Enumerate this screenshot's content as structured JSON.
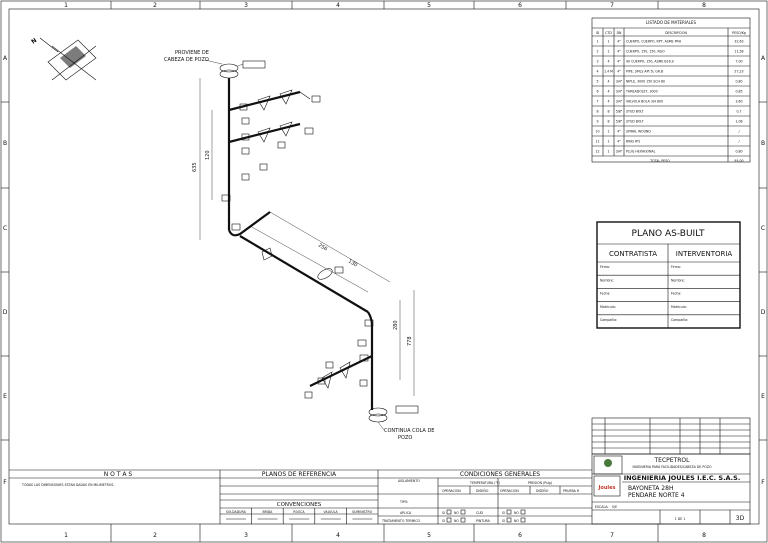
{
  "grid": {
    "cols": [
      "1",
      "2",
      "3",
      "4",
      "5",
      "6",
      "7",
      "8"
    ],
    "rows": [
      "A",
      "B",
      "C",
      "D",
      "E",
      "F"
    ]
  },
  "drawing": {
    "north": "N",
    "top_label_line1": "PROVIENE DE",
    "top_label_line2": "CABEZA DE POZO",
    "bottom_label_line1": "CONTINUA COLA DE",
    "bottom_label_line2": "POZO",
    "dims": {
      "d635": "635",
      "d120": "120",
      "d256": "256",
      "d130": "130",
      "d280": "280",
      "d778": "778"
    },
    "tags": [
      "A",
      "B",
      "C",
      "D",
      "E",
      "F",
      "G",
      "H",
      "I",
      "J",
      "K",
      "L",
      "M"
    ]
  },
  "materials": {
    "title": "LISTADO DE MATERIALES",
    "headers": [
      "ID",
      "CTD",
      "DN",
      "DESCRIPCION",
      "PESO/Kg"
    ],
    "rows": [
      [
        "1",
        "1",
        "4\"",
        "CUERPO, CUERPO, RPT, ASME PRH",
        "32,63"
      ],
      [
        "2",
        "1",
        "4\"",
        "CUERPO, 150, 150, RGO",
        "11,58"
      ],
      [
        "3",
        "4",
        "4\"",
        "90 CUERPO, 150, ASME B16.9",
        "7,00"
      ],
      [
        "4",
        "1.4 M",
        "4\"",
        "PIPE, SMLS API 5L GR.B",
        "27,23"
      ],
      [
        "5",
        "4",
        "3/4\"",
        "NIPLE, 3000 150 SCH 80",
        "0,80"
      ],
      [
        "6",
        "4",
        "3/4\"",
        "THREADOLET, 3000",
        "0,85"
      ],
      [
        "7",
        "4",
        "3/4\"",
        "VALVULA BOLA 3/4 800",
        "3,60"
      ],
      [
        "8",
        "8",
        "5/8\"",
        "STUD BOLT",
        "0,7"
      ],
      [
        "9",
        "8",
        "5/8\"",
        "STUD BOLT",
        "1,08"
      ],
      [
        "10",
        "1",
        "4\"",
        "SPIRAL WOUND",
        "/"
      ],
      [
        "11",
        "1",
        "4\"",
        "RING RTJ",
        "/"
      ],
      [
        "12",
        "1",
        "3/4\"",
        "PLUG HEXAGONAL",
        "0,80"
      ]
    ],
    "total_label": "TOTAL PESO",
    "total_value": "95,00"
  },
  "asbuilt": {
    "title": "PLANO AS-BUILT",
    "col_left": "CONTRATISTA",
    "col_right": "INTERVENTORIA",
    "fields": [
      "Firma:",
      "Nombre:",
      "Fecha:",
      "Matricula:",
      "Compañia:"
    ]
  },
  "notes": {
    "title": "N O T A S",
    "line1": "TODAS LAS DIMENSIONES ESTAN DADAS EN MILIMETROS."
  },
  "refs": {
    "title": "PLANOS DE REFERENCIA",
    "conv_title": "CONVENCIONES",
    "conv_items": [
      "SOLDADURA",
      "BRIDA",
      "ROSCA",
      "VALVULA",
      "SUMINISTRO"
    ]
  },
  "conditions": {
    "title": "CONDICIONES GENERALES",
    "aislamiento": "AISLAMIENTO",
    "temp": "TEMPERATURA (°F)",
    "press": "PRESION (Psig)",
    "operacion": "OPERACION",
    "diseno": "DISEÑO",
    "prueba": "PRUEBA H",
    "tipo": "TIPO:",
    "aplica": "APLICA",
    "si": "SI",
    "no": "NO",
    "cud": "CUD",
    "tratamiento": "TRATAMIENTO TERMICO",
    "pintura": "PINTURA"
  },
  "titleblock": {
    "client": "TECPETROL",
    "client_sub": "INGENIERIA PARA FACILIDADES/CABEZA DE POZO",
    "firm": "INGENIERIA JOULES I.E.C. S.A.S.",
    "logo": "Joules",
    "project_line1": "BAYONETA 28H",
    "project_line2": "PENDARE NORTE 4",
    "escala": "ESCALA:",
    "escala_val": "S/E",
    "hoja": "1 DE 1",
    "rev": "3D"
  }
}
